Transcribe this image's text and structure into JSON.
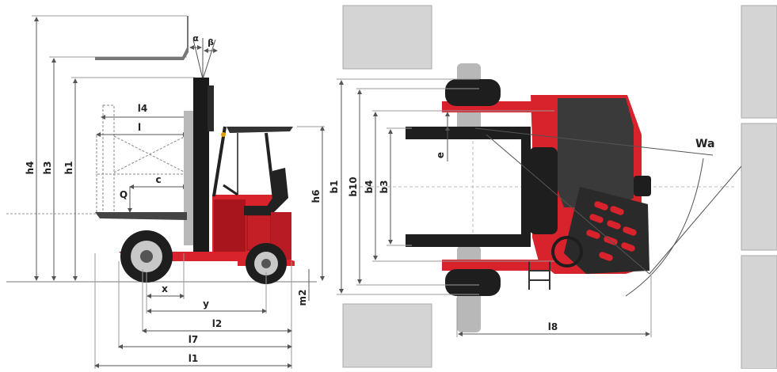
{
  "side_view": {
    "labels": {
      "h4": "h4",
      "h3": "h3",
      "h1": "h1",
      "h6": "h6",
      "m2": "m2",
      "l4": "l4",
      "l": "l",
      "c": "c",
      "Q": "Q",
      "x": "x",
      "y": "y",
      "l2": "l2",
      "l7": "l7",
      "l1": "l1",
      "alpha": "α",
      "beta": "β"
    }
  },
  "top_view": {
    "labels": {
      "b1": "b1",
      "b10": "b10",
      "b4": "b4",
      "b3": "b3",
      "e": "e",
      "Wa": "Wa",
      "l8": "l8"
    }
  },
  "colors": {
    "body_red": "#d8222c",
    "dark": "#3a3a3a",
    "black": "#1a1a1a",
    "grey_block": "#d4d4d4",
    "line": "#555555"
  }
}
